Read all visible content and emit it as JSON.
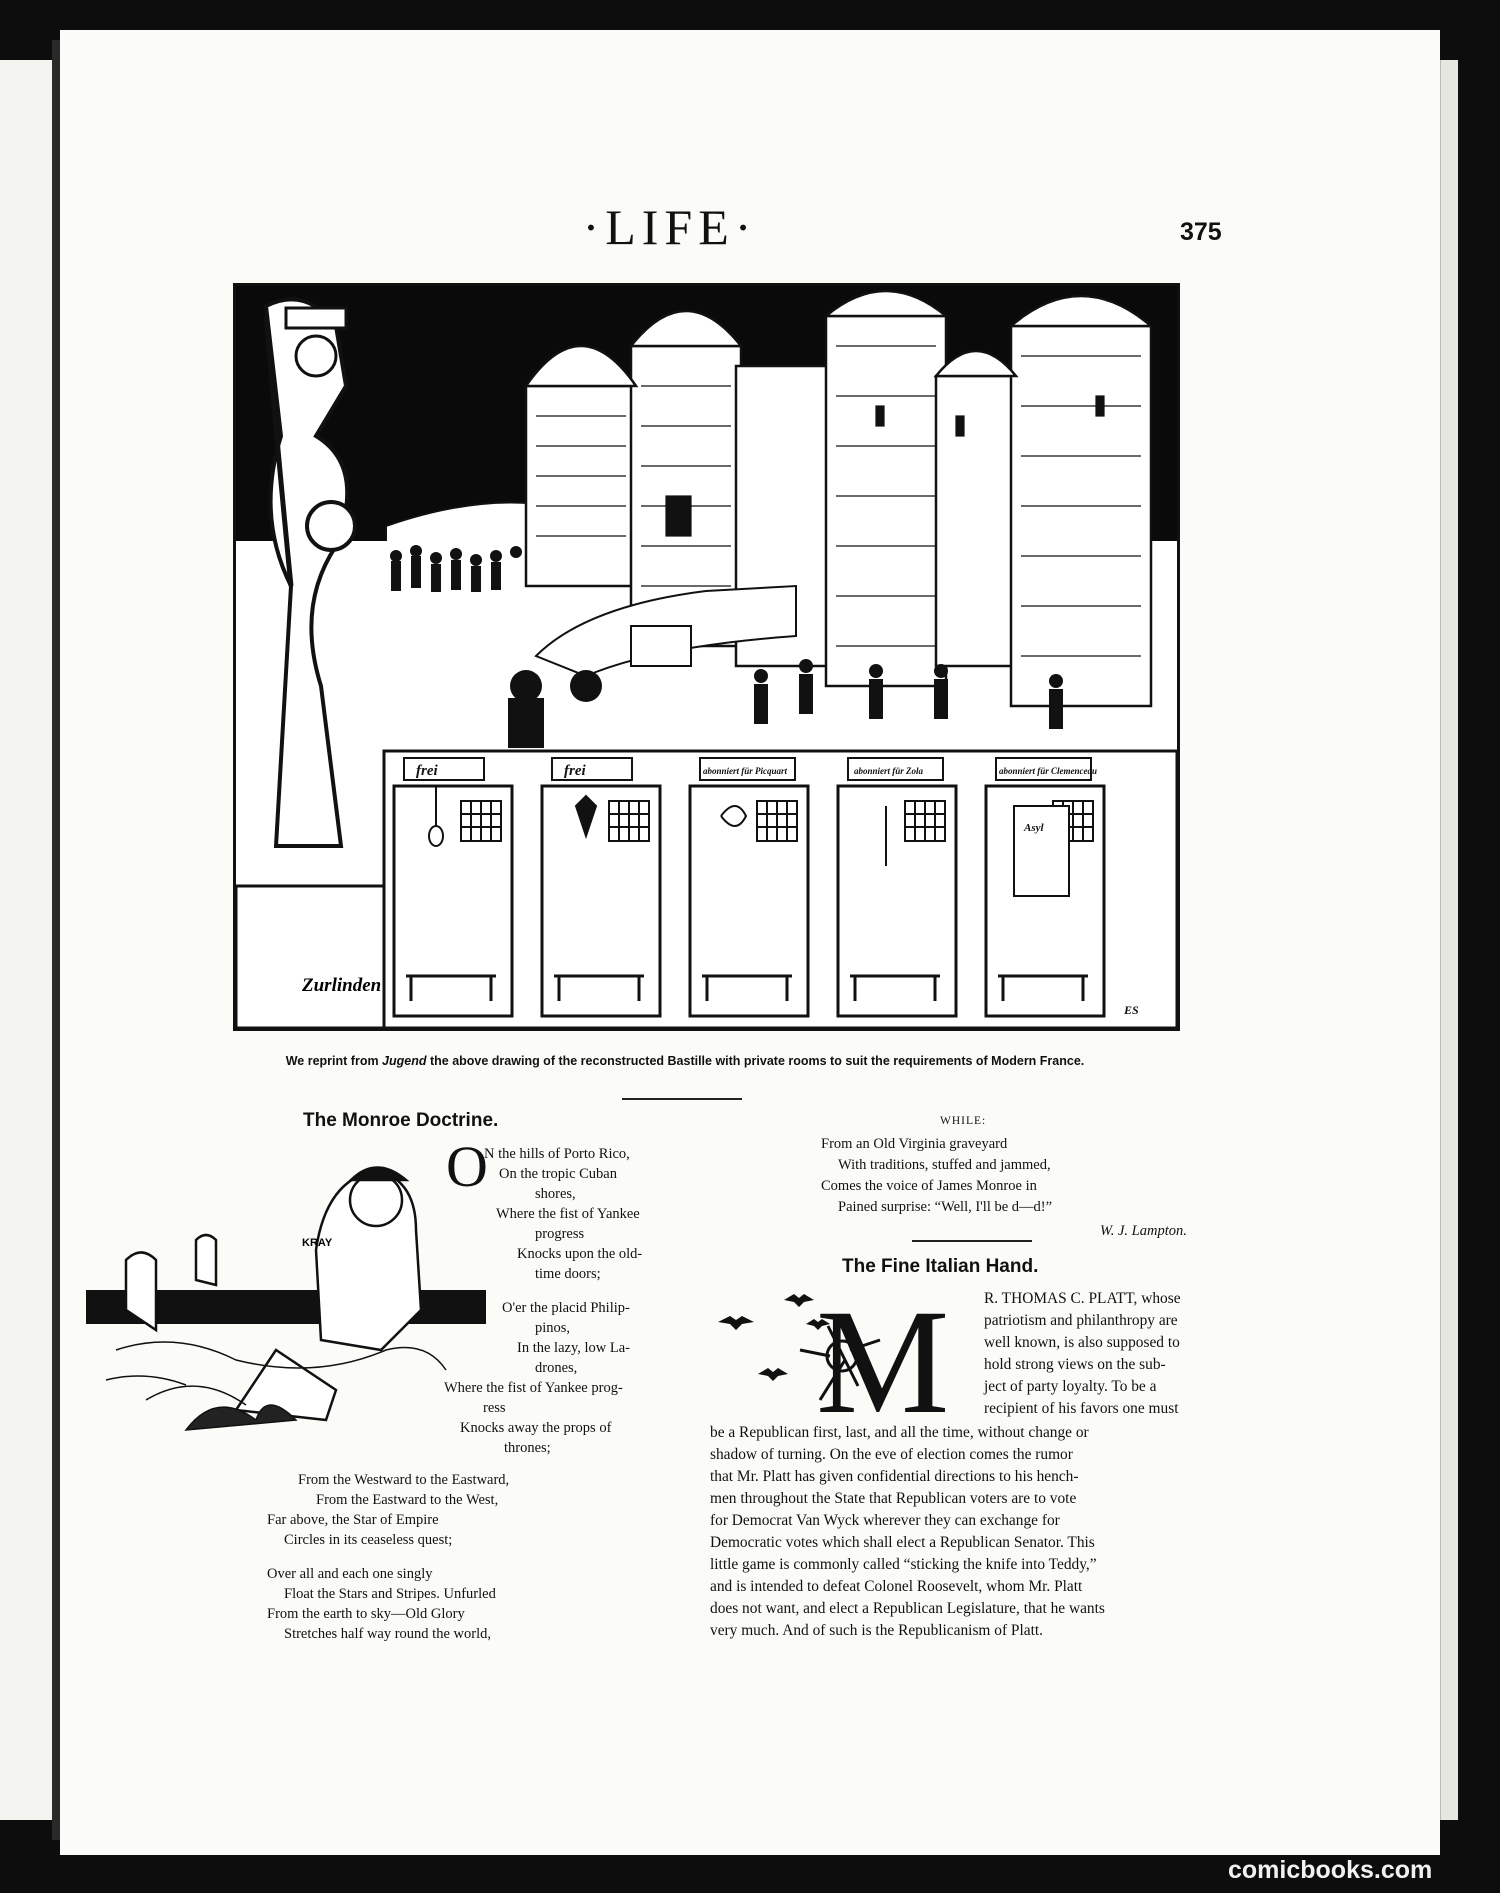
{
  "header": {
    "masthead": "·LIFE·",
    "page_number": "375"
  },
  "illustration": {
    "cell_signs": [
      "frei",
      "frei",
      "abonniert für Picquart",
      "abonniert für Zola",
      "abonniert für Clemenceau"
    ],
    "pedestal_label": "Zurlinden",
    "door_sign": "Asyl",
    "monogram": "ES"
  },
  "caption": {
    "before": "We reprint from ",
    "source": "Jugend",
    "after": " the above drawing of the reconstructed Bastille with private rooms to suit the requirements of Modern France."
  },
  "monroe": {
    "title": "The Monroe Doctrine.",
    "drop_cap": "O",
    "lines": [
      "N the hills of Porto Rico,",
      "On the tropic Cuban",
      "shores,",
      "Where the fist of Yankee",
      "progress",
      "Knocks upon the old-",
      "time doors;",
      "O'er the placid Philip-",
      "pinos,",
      "In the lazy, low La-",
      "drones,",
      "Where the fist of Yankee prog-",
      "ress",
      "Knocks away the props of",
      "thrones;",
      "From the Westward to the Eastward,",
      "From the Eastward to the West,",
      "Far above, the Star of Empire",
      "Circles in its ceaseless quest;",
      "Over all and each one singly",
      "Float the Stars and Stripes.  Unfurled",
      "From the earth to sky—Old Glory",
      "Stretches half way round the world,"
    ],
    "while_label": "WHILE:",
    "while_lines": [
      "From an Old Virginia graveyard",
      "With traditions, stuffed and jammed,",
      "Comes the voice of James Monroe in",
      "Pained surprise: “Well, I'll be d—d!”"
    ],
    "attribution": "W. J. Lampton.",
    "drawing_labels": [
      "KRAY"
    ]
  },
  "italian": {
    "title": "The Fine Italian Hand.",
    "drop_cap": "M",
    "lines": [
      "R. THOMAS C. PLATT, whose",
      "patriotism and philanthropy are",
      "well known, is also supposed to",
      "hold strong views on the sub-",
      "ject of party loyalty.  To be a",
      "recipient of his favors one must",
      "be a Republican first, last, and all the time, without change or",
      "shadow of turning.  On the eve of election comes the rumor",
      "that Mr. Platt has given confidential directions to his hench-",
      "men throughout the State that Republican voters are to vote",
      "for Democrat Van Wyck wherever they can exchange for",
      "Democratic votes which shall elect a Republican Senator.  This",
      "little game is commonly called “sticking the knife into Teddy,”",
      "and is intended to defeat Colonel Roosevelt, whom Mr. Platt",
      "does not want, and elect a Republican Legislature, that he wants",
      "very much.  And of such is the Republicanism of Platt."
    ]
  },
  "footer": {
    "watermark": "comicbooks.com"
  }
}
